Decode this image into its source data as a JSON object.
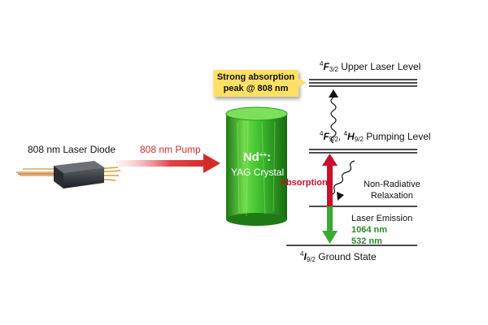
{
  "diode": {
    "label": "808 nm Laser Diode"
  },
  "pump": {
    "label": "808 nm Pump"
  },
  "crystal": {
    "line1": "Nd",
    "line1_sup": "++",
    "line1_suffix": ":",
    "line2": "YAG Crystal"
  },
  "callout": {
    "line1": "Strong absorption",
    "line2": "peak @ 808 nm"
  },
  "levels": {
    "upper": {
      "sup": "4",
      "letter": "F",
      "sub": "3/2",
      "name": "Upper Laser Level"
    },
    "pumping": {
      "sup1": "4",
      "letter1": "F",
      "sub1": "5/2",
      "sep": ", ",
      "sup2": "4",
      "letter2": "H",
      "sub2": "9/2",
      "name": "Pumping Level"
    },
    "ground": {
      "sup": "4",
      "letter": "I",
      "sub": "9/2",
      "name": "Ground State"
    }
  },
  "absorption": {
    "label": "Absorption"
  },
  "relaxation": {
    "line1": "Non-Radiative",
    "line2": "Relaxation"
  },
  "emission": {
    "title": "Laser Emission",
    "line1": "1064 nm",
    "line2": "532 nm"
  },
  "colors": {
    "pump_red": "#d42a2a",
    "absorption_red": "#c8102e",
    "emission_green": "#3aaa35",
    "emission_text_green": "#2e8b2e",
    "callout_yellow": "#ffe066",
    "crystal_green": "#3fbf2e"
  }
}
